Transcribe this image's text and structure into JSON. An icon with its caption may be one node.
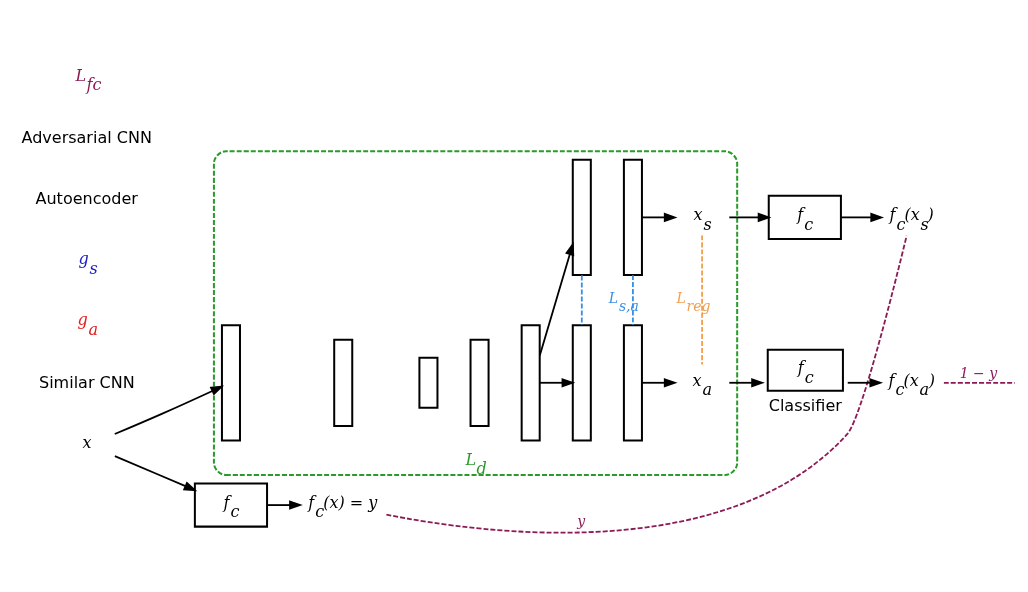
{
  "diagram": {
    "nodes": [
      {
        "text": [
          "x"
        ]
      },
      {
        "text": [
          "L$_{d}$"
        ]
      },
      {
        "text": [],
        "shape": "bar",
        "in": 1
      },
      {
        "text": [],
        "shape": "bar",
        "in": 1
      },
      {
        "text": [],
        "shape": "bar",
        "in": 1
      },
      {
        "text": [],
        "shape": "bar",
        "in": 1
      },
      {
        "text": [],
        "shape": "bar",
        "in": 1
      },
      {
        "text": [],
        "shape": "bar",
        "in": 1
      },
      {
        "text": [],
        "shape": "bar",
        "in": 1
      },
      {
        "text": [],
        "shape": "bar",
        "in": 1
      },
      {
        "text": [],
        "shape": "bar",
        "in": 1
      },
      {
        "text": [
          "x$_{s}$"
        ],
        "in": 1
      },
      {
        "text": [
          "x$_{a}$"
        ],
        "in": 1
      },
      {
        "text": [
          "f$_{c}$"
        ]
      },
      {
        "text": [
          "f$_{c}$(x) = y"
        ]
      },
      {
        "text": [
          "f$_{c}$"
        ]
      },
      {
        "text": [
          "f$_{c}$(x$_{s}$)"
        ]
      },
      {
        "text": [
          "f$_{c}$"
        ],
        "beside": [
          "Classifier"
        ]
      },
      {
        "text": [
          "f$_{c}$(x$_{a}$)"
        ]
      }
    ],
    "edges": [
      {
        "from": 0,
        "to": 13,
        "arrow": "to"
      },
      {
        "from": 0,
        "to": 2,
        "arrow": "to"
      },
      {
        "from": 6,
        "to": 7,
        "arrow": "to"
      },
      {
        "from": 6,
        "to": 9,
        "arrow": "to"
      },
      {
        "from": 8,
        "to": 11,
        "arrow": "to"
      },
      {
        "from": 10,
        "to": 12,
        "arrow": "to"
      },
      {
        "from": 7,
        "to": 9,
        "arrow": "none",
        "style": "dashed",
        "color": "#3a8ee6"
      },
      {
        "from": 8,
        "to": 10,
        "arrow": "none",
        "label": "L$_{s,a}$",
        "style": "dashed",
        "color": "#3a8ee6"
      },
      {
        "from": 11,
        "to": 12,
        "arrow": "none",
        "label": "L$_{reg}$",
        "style": "dashed",
        "color": "#f0a050"
      },
      {
        "from": 11,
        "to": 15,
        "arrow": "to"
      },
      {
        "from": 12,
        "to": 17,
        "arrow": "to"
      },
      {
        "from": 13,
        "to": 14,
        "arrow": "to"
      },
      {
        "from": 15,
        "to": 16,
        "arrow": "to"
      },
      {
        "from": 17,
        "to": 18,
        "arrow": "to"
      },
      {
        "from": 14,
        "to": 16,
        "arrow": "none",
        "label": "y",
        "style": "dashed",
        "color": "#8b1a55"
      },
      {
        "from": 18,
        "to": null,
        "arrow": "none",
        "label": "1 − y",
        "style": "dashed",
        "color": "#8b1a55"
      }
    ],
    "labels": [
      "Similar CNN",
      "g$_{a}$",
      "g$_{s}$",
      "Autoencoder",
      "Adversarial CNN",
      "L$_{fc}$"
    ]
  }
}
